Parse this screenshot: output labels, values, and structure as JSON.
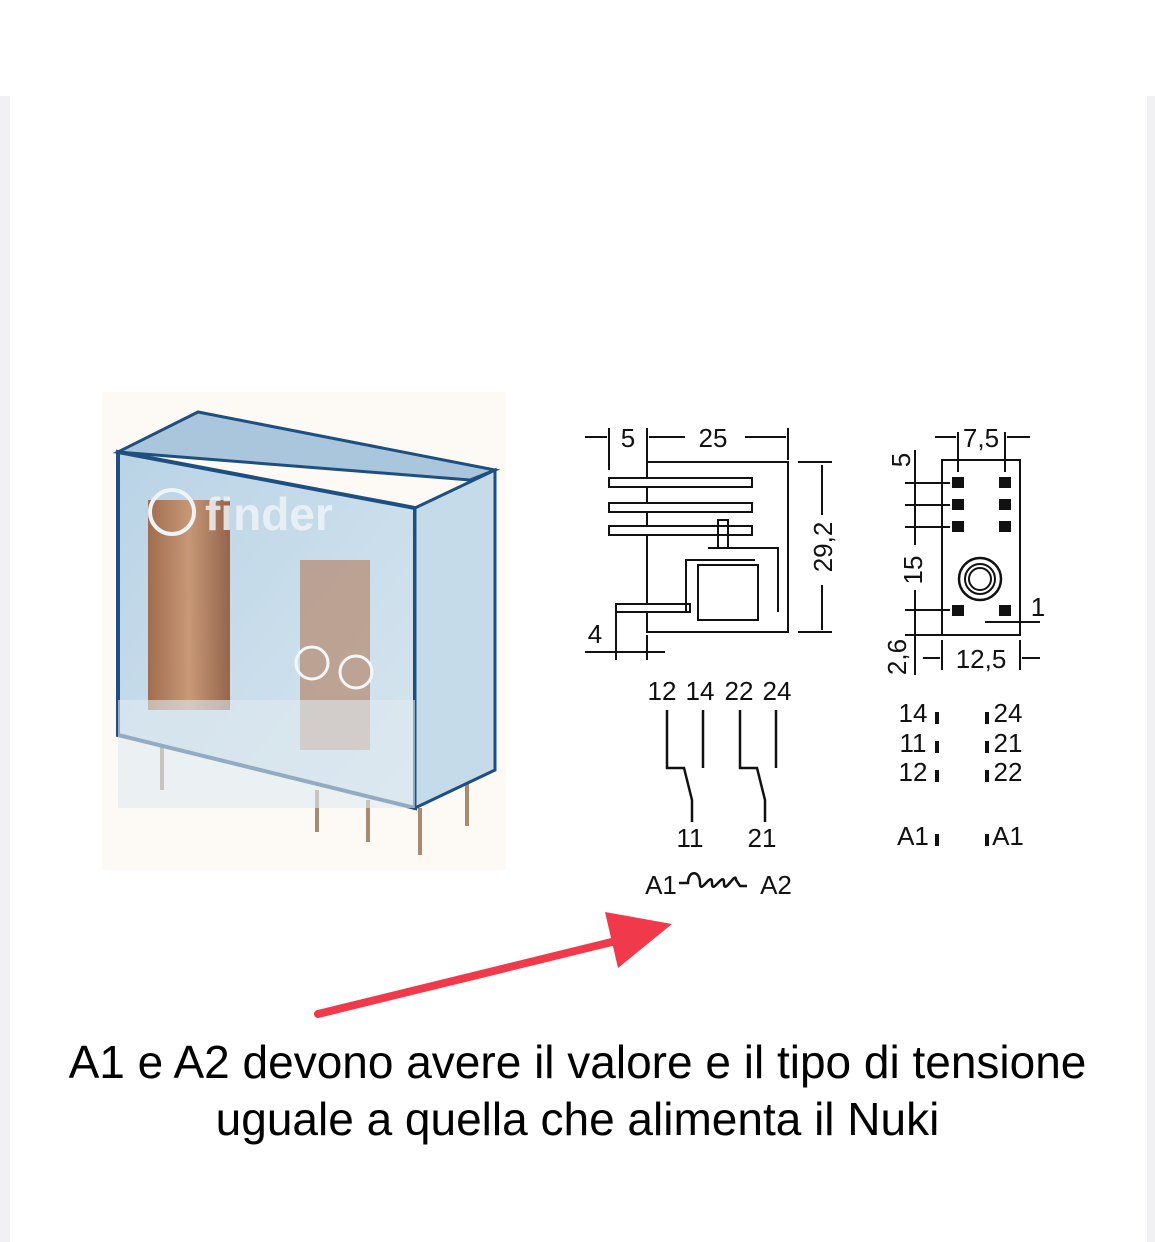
{
  "photo": {
    "brand_logo": "finder"
  },
  "side_view": {
    "dim_pin_offset": "5",
    "dim_length": "25",
    "dim_height": "29,2",
    "dim_pin_bottom": "4"
  },
  "schematic": {
    "terminals_top": [
      "12",
      "14",
      "22",
      "24"
    ],
    "terminals_bottom": [
      "11",
      "21"
    ],
    "coil_left": "A1",
    "coil_right": "A2"
  },
  "pinout": {
    "dim_pitch": "7,5",
    "dim_top": "5",
    "dim_mid": "15",
    "dim_bottom": "2,6",
    "dim_width": "12,5",
    "dim_edge": "1",
    "left_labels": [
      "14",
      "11",
      "12",
      "A1"
    ],
    "right_labels": [
      "24",
      "21",
      "22",
      "A1"
    ]
  },
  "annotation": {
    "arrow_color": "#f0394a"
  },
  "caption": {
    "line1": "A1 e A2 devono avere il valore e il tipo di tensione",
    "line2": "uguale a quella che alimenta il Nuki"
  }
}
